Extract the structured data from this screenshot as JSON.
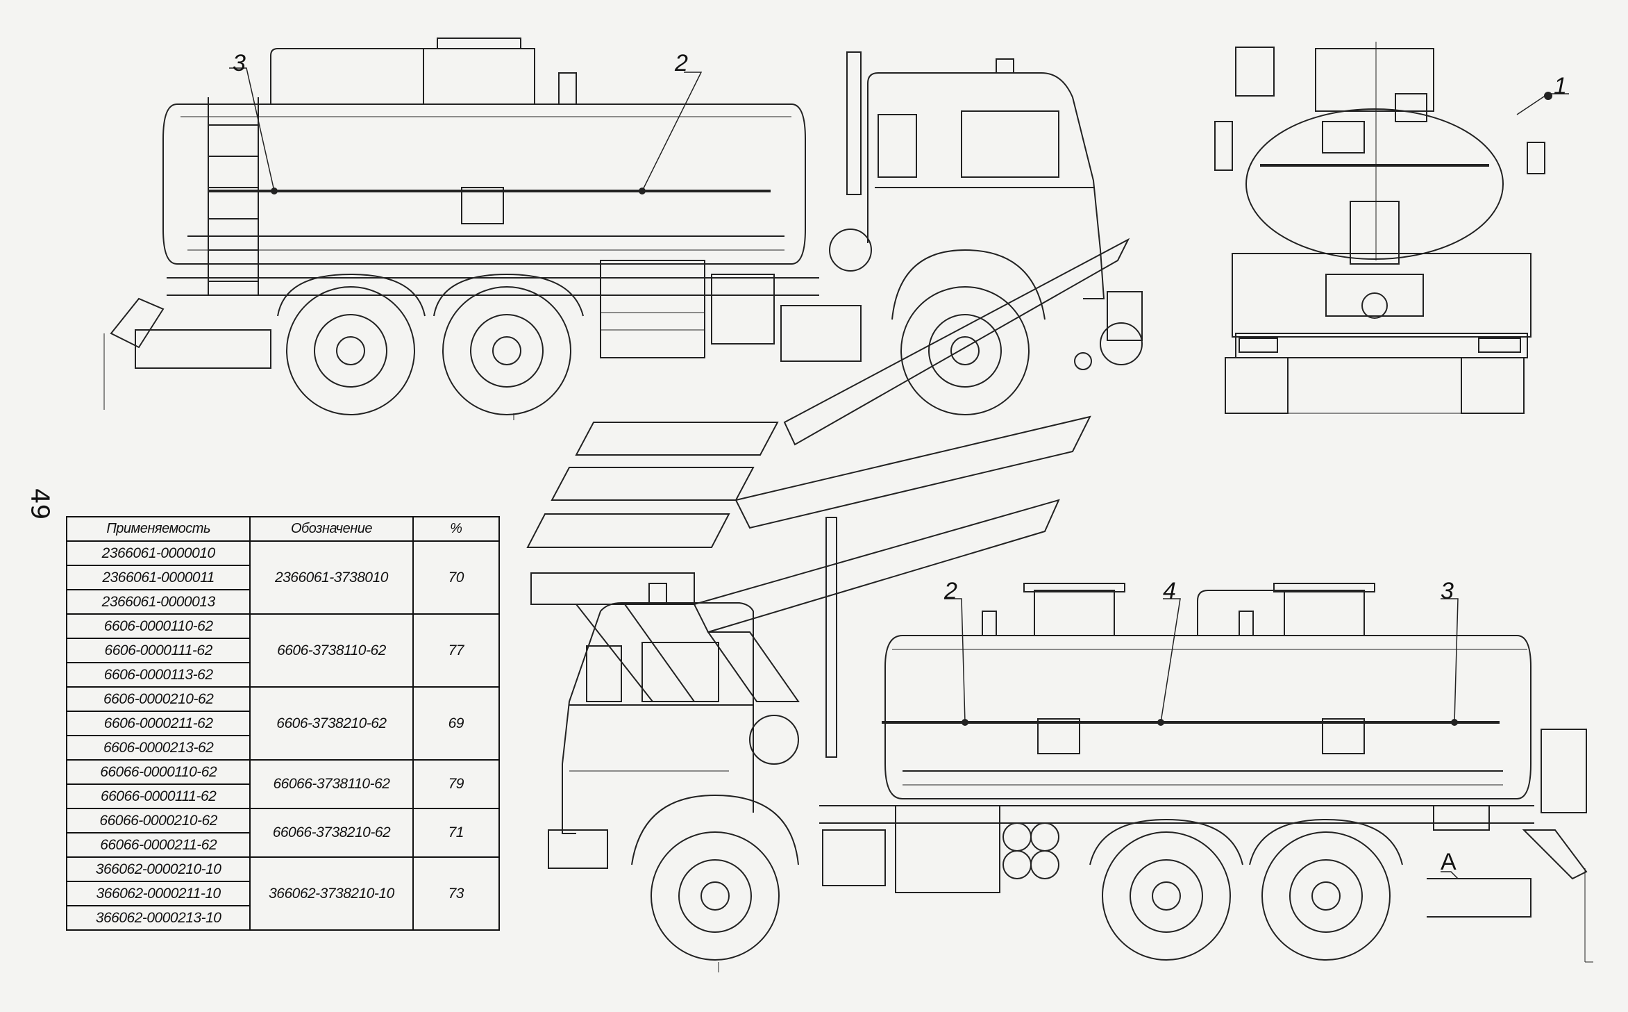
{
  "page_number": "49",
  "callouts": {
    "side_left": [
      "3",
      "2"
    ],
    "rear": [
      "1"
    ],
    "side_right": [
      "2",
      "4",
      "3"
    ],
    "detail": "A"
  },
  "table": {
    "headers": [
      "Применяемость",
      "Обозначение",
      "%"
    ],
    "groups": [
      {
        "applicability": [
          "2366061-0000010",
          "2366061-0000011",
          "2366061-0000013"
        ],
        "designation": "2366061-3738010",
        "percent": "70"
      },
      {
        "applicability": [
          "6606-0000110-62",
          "6606-0000111-62",
          "6606-0000113-62"
        ],
        "designation": "6606-3738110-62",
        "percent": "77"
      },
      {
        "applicability": [
          "6606-0000210-62",
          "6606-0000211-62",
          "6606-0000213-62"
        ],
        "designation": "6606-3738210-62",
        "percent": "69"
      },
      {
        "applicability": [
          "66066-0000110-62",
          "66066-0000111-62"
        ],
        "designation": "66066-3738110-62",
        "percent": "79"
      },
      {
        "applicability": [
          "66066-0000210-62",
          "66066-0000211-62"
        ],
        "designation": "66066-3738210-62",
        "percent": "71"
      },
      {
        "applicability": [
          "366062-0000210-10",
          "366062-0000211-10",
          "366062-0000213-10"
        ],
        "designation": "366062-3738210-10",
        "percent": "73"
      }
    ]
  }
}
